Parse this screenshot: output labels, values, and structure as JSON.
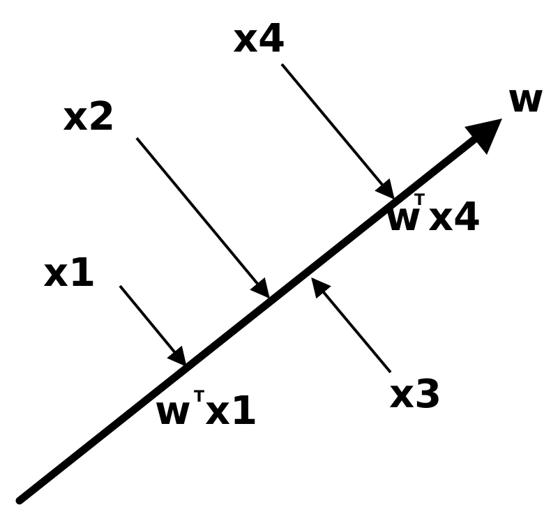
{
  "axis": {
    "label": "w"
  },
  "points": {
    "x1": {
      "label": "x1"
    },
    "x2": {
      "label": "x2"
    },
    "x3": {
      "label": "x3"
    },
    "x4": {
      "label": "x4"
    }
  },
  "projections": {
    "p1": {
      "base": "w",
      "sup": "T",
      "var": "x1"
    },
    "p4": {
      "base": "w",
      "sup": "T",
      "var": "x4"
    }
  },
  "colors": {
    "ink": "#000000",
    "background": "#ffffff"
  }
}
